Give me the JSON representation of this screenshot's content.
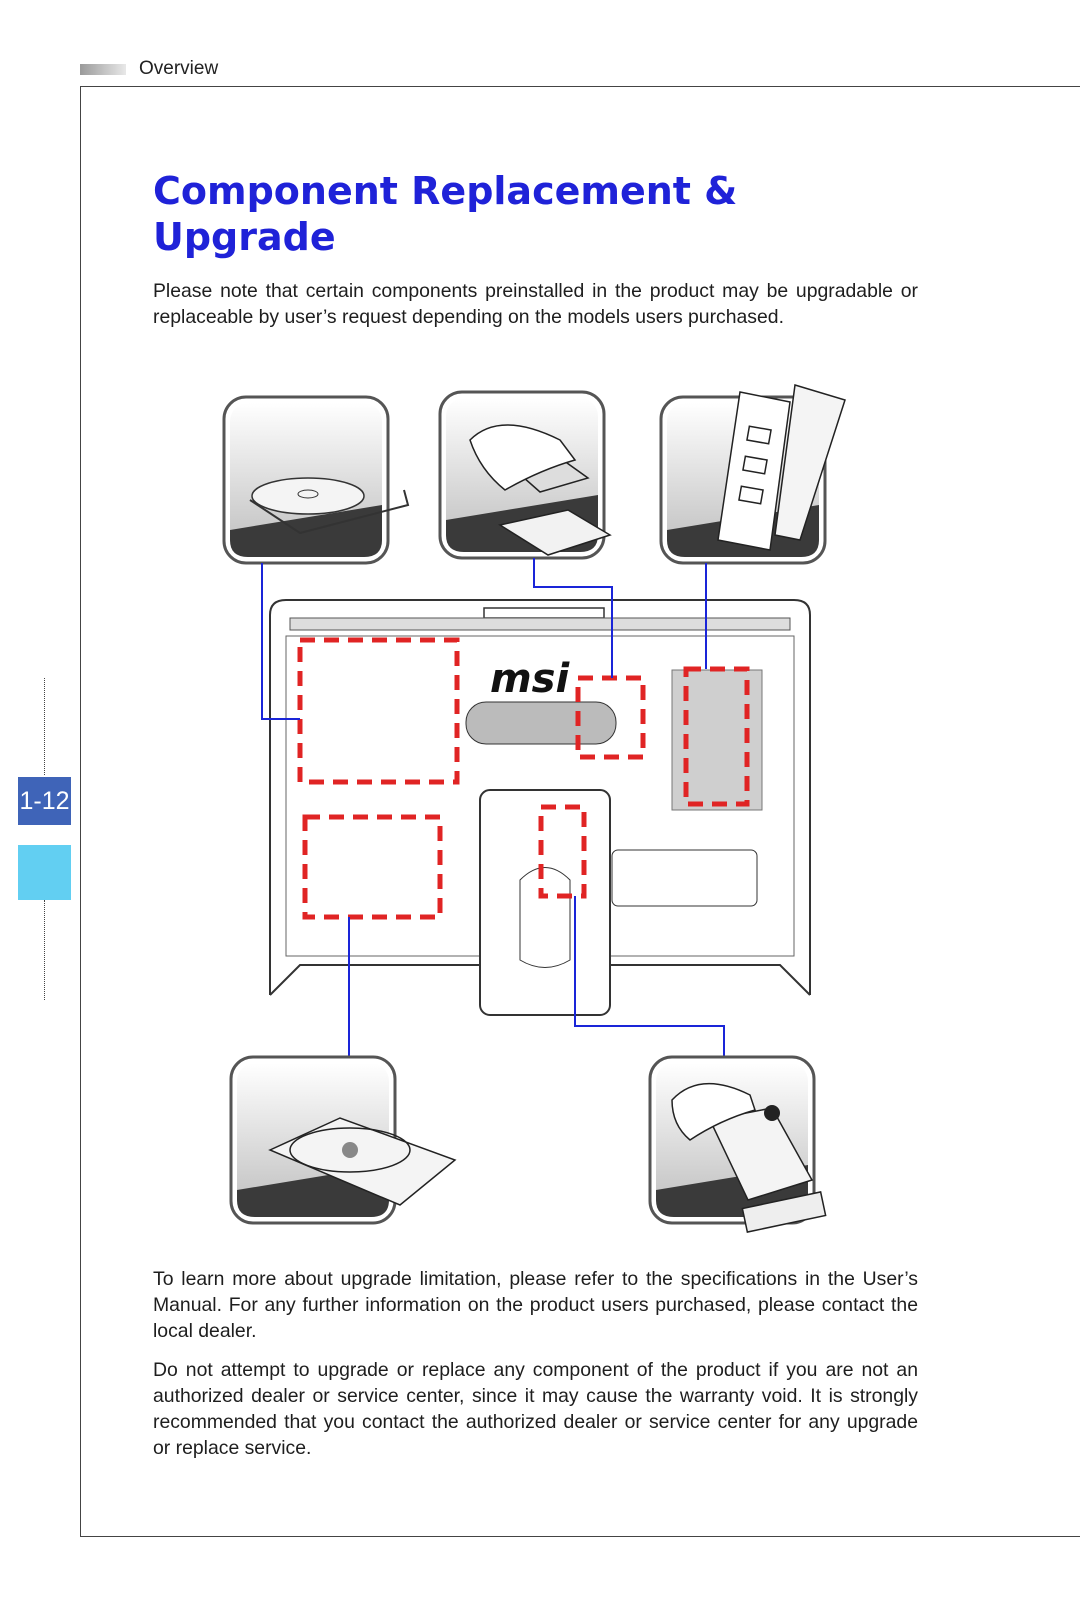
{
  "header": {
    "section": "Overview"
  },
  "page_number": "1-12",
  "title": "Component Replacement & Upgrade",
  "intro": "Please note that certain components preinstalled in the product may be upgradable or replaceable by user’s request depending on the models users purchased.",
  "diagram": {
    "logo_text": "msi"
  },
  "paragraph_2": "To learn more about upgrade limitation, please refer to the specifications in the User’s Manual. For any further information on the product users purchased, please contact the local dealer.",
  "paragraph_3": "Do not attempt to upgrade or replace any component of the product if you are not an authorized dealer or service center, since it may cause the warranty void. It is strongly recommended that you contact the authorized dealer or service center for any upgrade or replace service.",
  "colors": {
    "title": "#1f22d8",
    "highlight": "#e02424",
    "leader_line": "#1a25d8",
    "page_tab": "#3f64b8",
    "page_tab_accent": "#62cff2"
  }
}
